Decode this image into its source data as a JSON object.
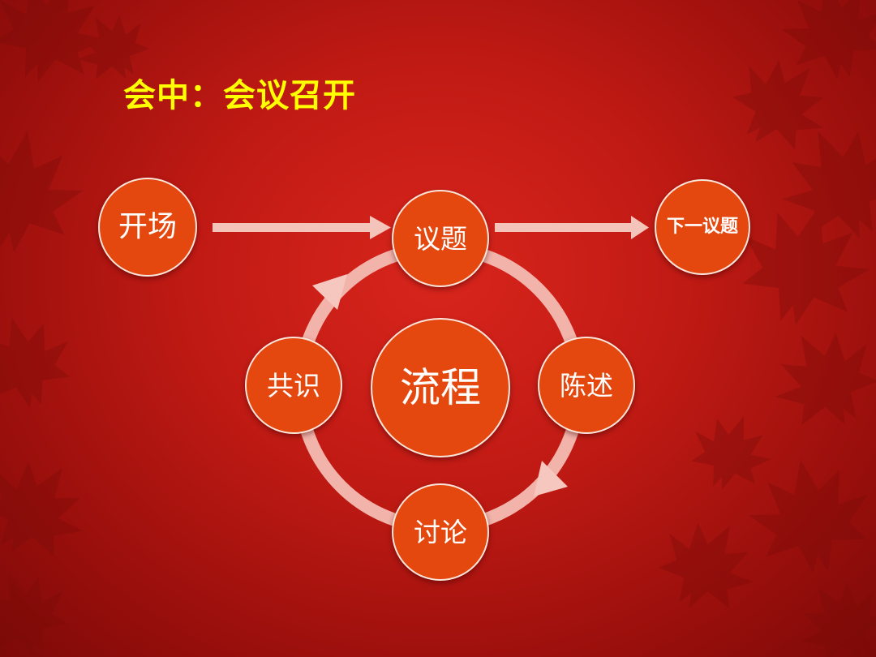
{
  "slide": {
    "title": "会中：会议召开"
  },
  "diagram": {
    "start": "开场",
    "top": "议题",
    "next": "下一议题",
    "center": "流程",
    "right": "陈述",
    "bottom": "讨论",
    "left": "共识"
  },
  "colors": {
    "background": "#c01a14",
    "title": "#ffff00",
    "node_fill": "#e5480f",
    "node_border": "#fbe6dc",
    "arrow": "#f4c4bb",
    "cycle_ring": "#f2b3aa"
  },
  "icons": {
    "background_decoration": "maple-leaf-icon"
  }
}
